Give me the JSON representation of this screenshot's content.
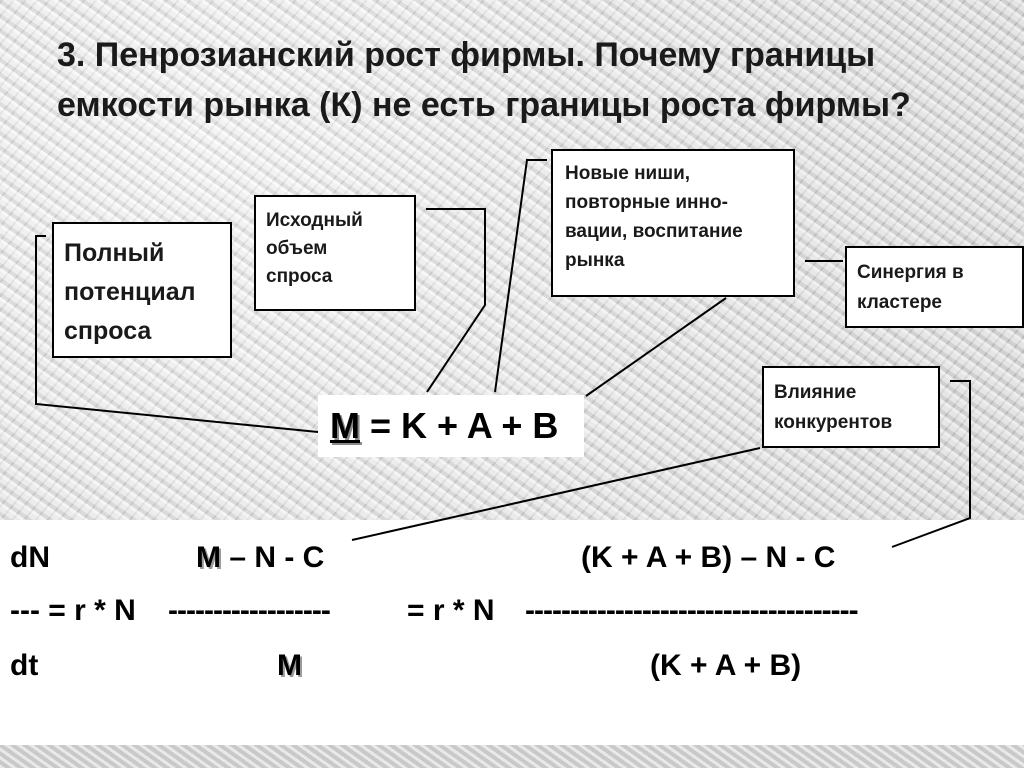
{
  "title": {
    "line1": "3. Пенрозианский рост фирмы. Почему границы",
    "line2": "емкости рынка (К) не есть границы роста фирмы?"
  },
  "boxes": {
    "potential": [
      "Полный",
      "потенциал",
      "спроса"
    ],
    "initial": [
      "Исходный",
      "объем",
      "спроса"
    ],
    "niches": [
      "Новые ниши,",
      "повторные инно-",
      "вации, воспитание",
      "рынка"
    ],
    "synergy": [
      "Синергия в",
      "кластере"
    ],
    "competitors": [
      "Влияние",
      "конкурентов"
    ]
  },
  "formula": {
    "m": "M",
    "eq": " =",
    "rhs": " K + A + B"
  },
  "equation": {
    "dn": "dN",
    "num1_m": "M",
    "num1_rest": " – N - C",
    "num2": "(K + A + B) – N - C",
    "mid_left": "--- = r * N",
    "dash1": "------------------",
    "mid_eq": "= r * N",
    "dash2": "-------------------------------------",
    "dt": "dt",
    "den1_m": "M",
    "den2": "(K + A + B)"
  }
}
